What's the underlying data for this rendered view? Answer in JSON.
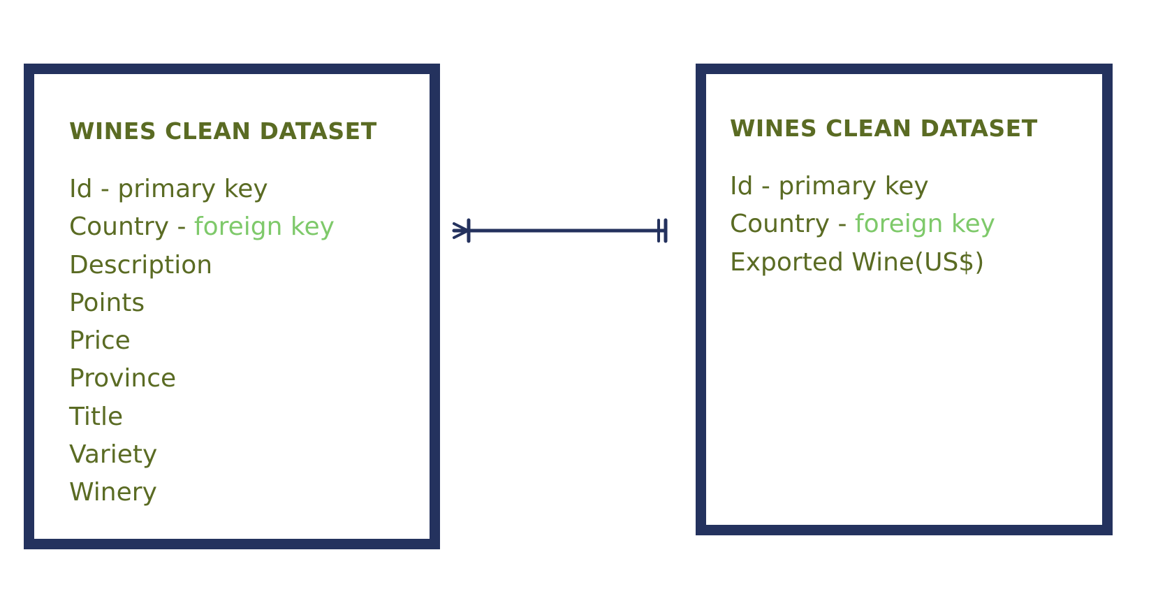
{
  "diagram": {
    "colors": {
      "border": "#24325e",
      "text": "#5a6b23",
      "foreign_key": "#7ec96a",
      "connector": "#24325e"
    },
    "entities": [
      {
        "title": "WINES CLEAN DATASET",
        "fields": [
          {
            "name": "Id - primary key"
          },
          {
            "name": "Country - ",
            "key": "foreign key"
          },
          {
            "name": "Description"
          },
          {
            "name": "Points"
          },
          {
            "name": "Price"
          },
          {
            "name": "Province"
          },
          {
            "name": "Title"
          },
          {
            "name": "Variety"
          },
          {
            "name": "Winery"
          }
        ]
      },
      {
        "title": "WINES CLEAN DATASET",
        "fields": [
          {
            "name": "Id - primary key"
          },
          {
            "name": "Country - ",
            "key": "foreign key"
          },
          {
            "name": "Exported Wine(US$)"
          }
        ]
      }
    ],
    "relationship": {
      "left_end": "one-or-many",
      "right_end": "one-and-only-one"
    }
  }
}
